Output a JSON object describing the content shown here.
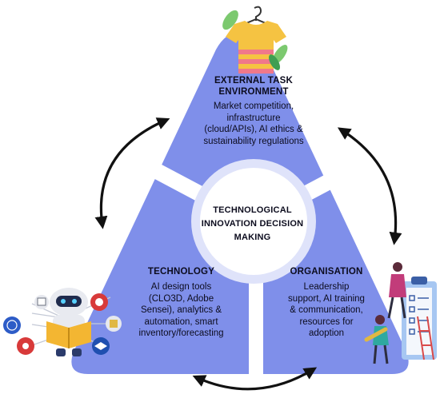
{
  "center": {
    "line1": "TECHNOLOGICAL",
    "line2": "INNOVATION DECISION",
    "line3": "MAKING"
  },
  "external": {
    "heading_line1": "EXTERNAL TASK",
    "heading_line2": "ENVIRONMENT",
    "body_line1": "Market competition,",
    "body_line2": "infrastructure",
    "body_line3": "(cloud/APIs), AI ethics &",
    "body_line4": "sustainability regulations"
  },
  "technology": {
    "heading": "TECHNOLOGY",
    "body_line1": "AI design tools",
    "body_line2": "(CLO3D, Adobe",
    "body_line3": "Sensei), analytics &",
    "body_line4": "automation, smart",
    "body_line5": "inventory/forecasting"
  },
  "organisation": {
    "heading": "ORGANISATION",
    "body_line1": "Leadership",
    "body_line2": "support, AI training",
    "body_line3": "& communication,",
    "body_line4": "resources for",
    "body_line5": "adoption"
  },
  "colors": {
    "triangle_fill": "#7f8fea",
    "center_ring": "#dfe3fa",
    "center_fill": "#ffffff",
    "arrow": "#111111"
  },
  "icons": {
    "top": "tshirt-hanger-icon",
    "left": "robot-reading-icon",
    "right": "team-checklist-icon"
  }
}
